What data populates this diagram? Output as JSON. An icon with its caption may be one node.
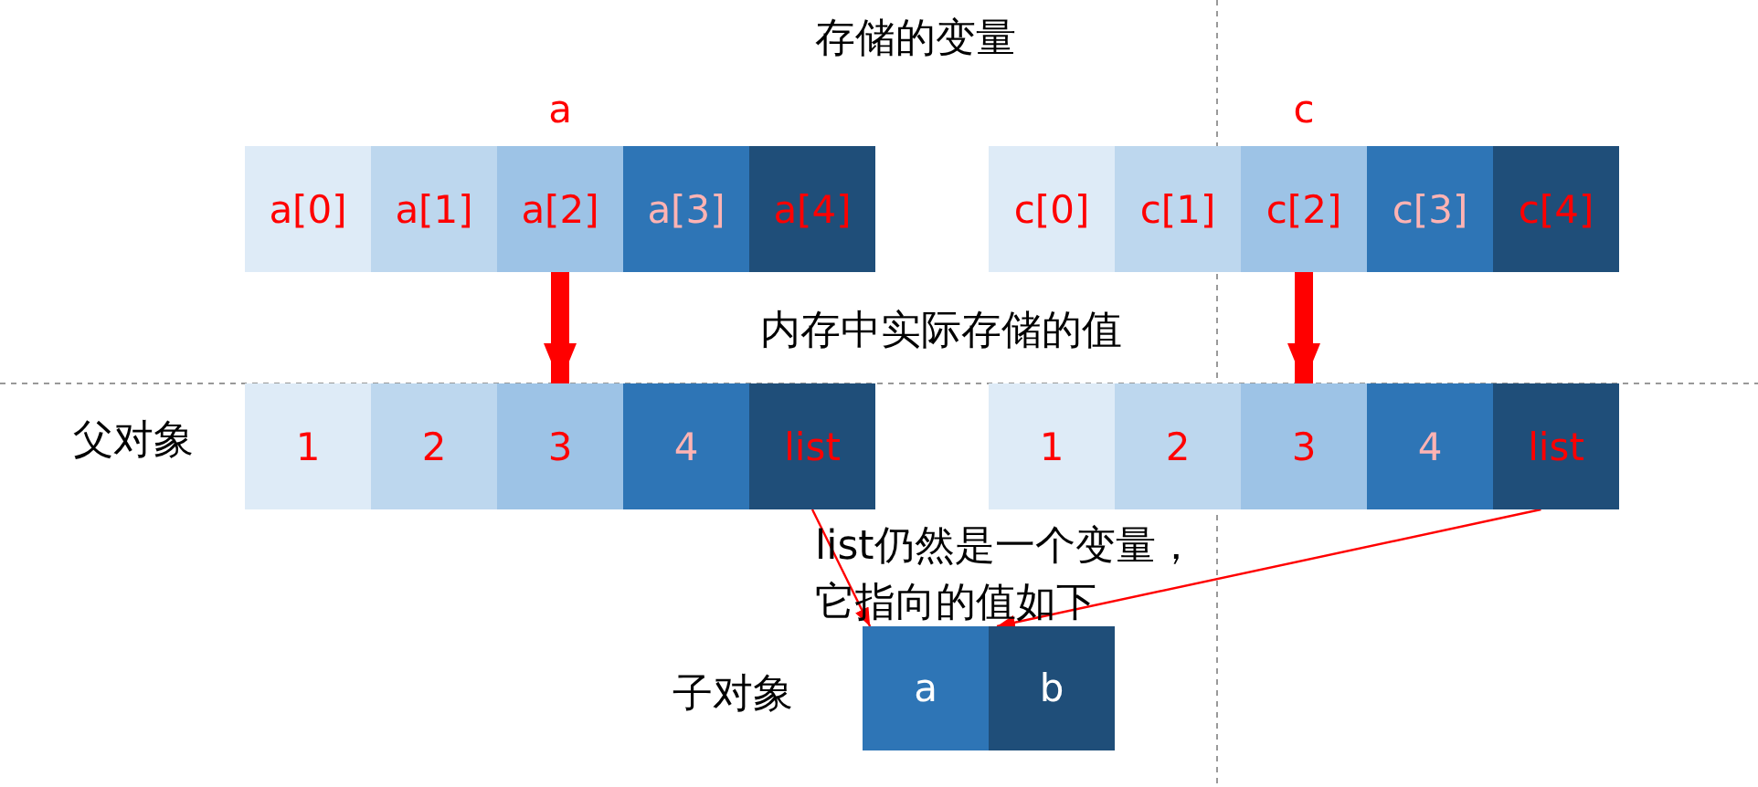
{
  "diagram": {
    "nodes": [
      {
        "text": [
          "a"
        ]
      },
      {
        "text": [
          "a[0]"
        ],
        "in": 0
      },
      {
        "text": [
          "a[1]"
        ],
        "in": 0
      },
      {
        "text": [
          "a[2]"
        ],
        "in": 0
      },
      {
        "text": [
          "a[3]"
        ],
        "in": 0
      },
      {
        "text": [
          "a[4]"
        ],
        "in": 0
      },
      {
        "text": [
          "c"
        ]
      },
      {
        "text": [
          "c[0]"
        ],
        "in": 6
      },
      {
        "text": [
          "c[1]"
        ],
        "in": 6
      },
      {
        "text": [
          "c[2]"
        ],
        "in": 6
      },
      {
        "text": [
          "c[3]"
        ],
        "in": 6
      },
      {
        "text": [
          "c[4]"
        ],
        "in": 6
      },
      {
        "text": [
          "1"
        ]
      },
      {
        "text": [
          "2"
        ]
      },
      {
        "text": [
          "3"
        ]
      },
      {
        "text": [
          "4"
        ]
      },
      {
        "text": [
          "list"
        ]
      },
      {
        "text": [
          "1"
        ]
      },
      {
        "text": [
          "2"
        ]
      },
      {
        "text": [
          "3"
        ]
      },
      {
        "text": [
          "4"
        ]
      },
      {
        "text": [
          "list"
        ]
      },
      {
        "text": [
          "子对象"
        ]
      },
      {
        "text": [
          "a"
        ],
        "in": 22
      },
      {
        "text": [
          "b"
        ],
        "in": 22
      }
    ],
    "edges": [
      {
        "from": 3,
        "to": 14,
        "arrow": "to",
        "style": "thick"
      },
      {
        "from": 9,
        "to": 19,
        "arrow": "to",
        "style": "thick"
      },
      {
        "from": 16,
        "to": 22,
        "arrow": "to"
      },
      {
        "from": 21,
        "to": 22,
        "arrow": "to"
      }
    ],
    "labels": [
      "存储的变量",
      "内存中实际存储的值",
      "父对象",
      "list仍然是一个变量，它指向的值如下"
    ]
  }
}
